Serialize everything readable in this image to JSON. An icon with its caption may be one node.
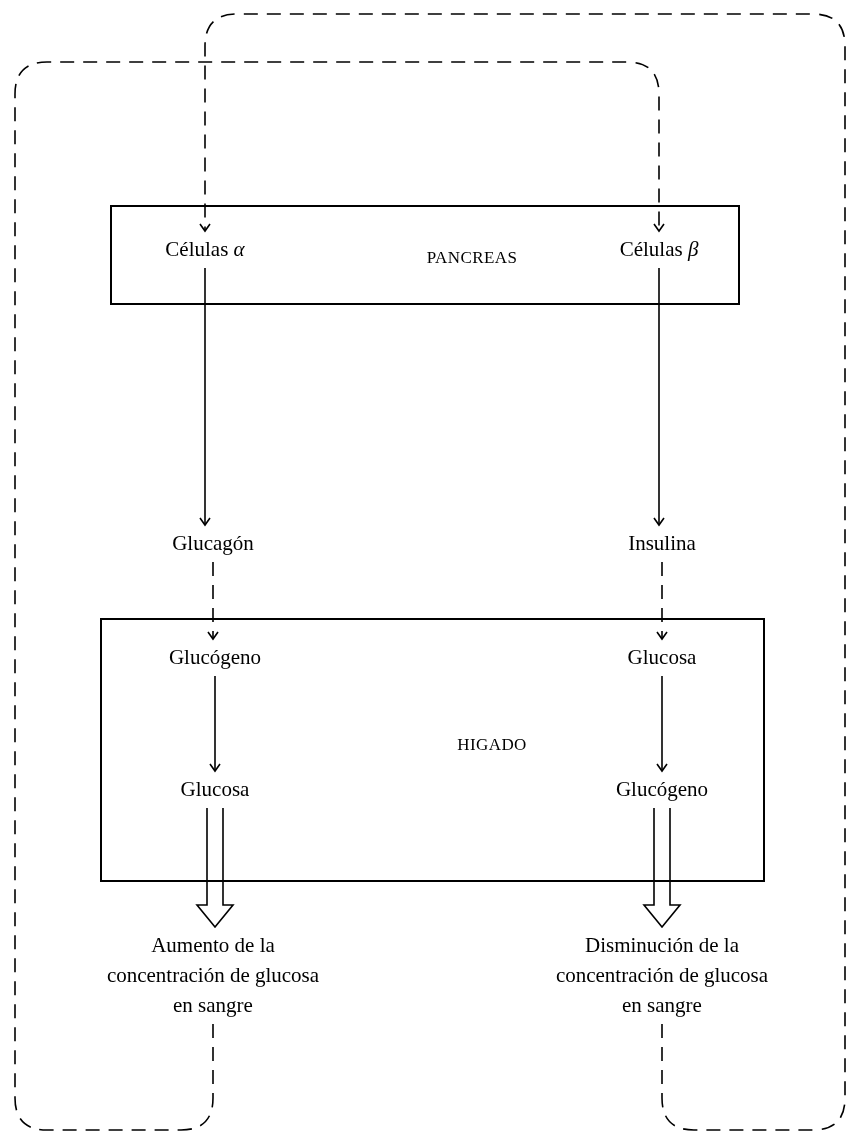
{
  "diagram": {
    "nodes": [
      {
        "text": [
          "PANCREAS"
        ]
      },
      {
        "text": [
          "Células *α*"
        ],
        "in": 0
      },
      {
        "text": [
          "Células *β*"
        ],
        "in": 0
      },
      {
        "text": [
          "Glucagón"
        ]
      },
      {
        "text": [
          "Insulina"
        ]
      },
      {
        "text": [
          "HIGADO"
        ]
      },
      {
        "text": [
          "Glucógeno"
        ],
        "in": 5
      },
      {
        "text": [
          "Glucosa"
        ],
        "in": 5
      },
      {
        "text": [
          "Glucosa"
        ],
        "in": 5
      },
      {
        "text": [
          "Glucógeno"
        ],
        "in": 5
      },
      {
        "text": [
          "Aumento de la concentración de glucosa en sangre"
        ]
      },
      {
        "text": [
          "Disminución de la concentración de glucosa en sangre"
        ]
      }
    ],
    "edges": [
      {
        "from": 1,
        "to": 3,
        "arrow": "to"
      },
      {
        "from": 2,
        "to": 4,
        "arrow": "to"
      },
      {
        "from": 3,
        "to": 6,
        "arrow": "to",
        "style": "dashed"
      },
      {
        "from": 4,
        "to": 7,
        "arrow": "to",
        "style": "dashed"
      },
      {
        "from": 6,
        "to": 8,
        "arrow": "to"
      },
      {
        "from": 7,
        "to": 9,
        "arrow": "to"
      },
      {
        "from": 8,
        "to": 10,
        "arrow": "to",
        "style": "thick"
      },
      {
        "from": 9,
        "to": 11,
        "arrow": "to",
        "style": "thick"
      },
      {
        "from": 10,
        "to": 2,
        "arrow": "to",
        "style": "dashed"
      },
      {
        "from": 11,
        "to": 1,
        "arrow": "to",
        "style": "dashed"
      }
    ]
  }
}
